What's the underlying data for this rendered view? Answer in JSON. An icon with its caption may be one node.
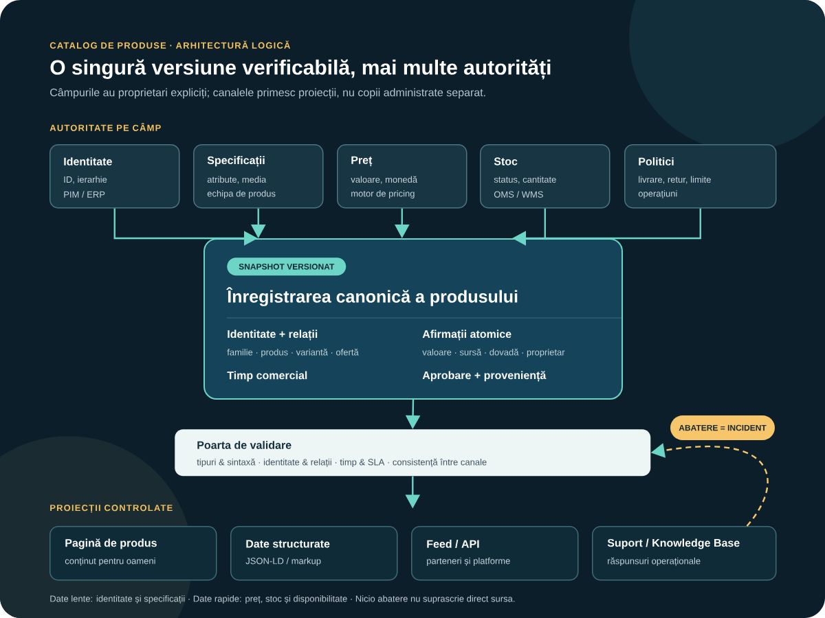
{
  "diagram": {
    "title": "O singură versiune verificabilă, mai multe autorități",
    "nodes": [
      {
        "text": [
          "Identitate",
          "ID, ierarhie",
          "PIM / ERP"
        ]
      },
      {
        "text": [
          "Specificații",
          "atribute, media",
          "echipa de produs"
        ]
      },
      {
        "text": [
          "Preț",
          "valoare, monedă",
          "motor de pricing"
        ]
      },
      {
        "text": [
          "Stoc",
          "status, cantitate",
          "OMS / WMS"
        ]
      },
      {
        "text": [
          "Politici",
          "livrare, retur, limite",
          "operațiuni"
        ]
      },
      {
        "text": [
          "Înregistrarea canonică a produsului",
          "Identitate + relații",
          "familie · produs · variantă · ofertă",
          "Afirmații atomice",
          "valoare · sursă · dovadă · proprietar",
          "Timp comercial",
          "Aprobare + proveniență"
        ]
      },
      {
        "text": [
          "SNAPSHOT VERSIONAT"
        ],
        "in": 5
      },
      {
        "text": [
          "Poarta de validare",
          "tipuri & sintaxă · identitate & relații · timp & SLA · consistență între canale"
        ]
      },
      {
        "text": [
          "Pagină de produs",
          "conținut pentru oameni"
        ]
      },
      {
        "text": [
          "Date structurate",
          "JSON-LD / markup"
        ]
      },
      {
        "text": [
          "Feed / API",
          "parteneri și platforme"
        ]
      },
      {
        "text": [
          "Suport / Knowledge Base",
          "răspunsuri operaționale"
        ]
      }
    ],
    "edges": [
      {
        "from": 0,
        "to": 5,
        "arrow": "to"
      },
      {
        "from": 1,
        "to": 5,
        "arrow": "to"
      },
      {
        "from": 2,
        "to": 5,
        "arrow": "to"
      },
      {
        "from": 3,
        "to": 5,
        "arrow": "to"
      },
      {
        "from": 4,
        "to": 5,
        "arrow": "to"
      },
      {
        "from": 5,
        "to": 7,
        "arrow": "to"
      },
      {
        "from": 7,
        "to": null,
        "arrow": "to"
      },
      {
        "from": 11,
        "to": 7,
        "arrow": "to",
        "label": "ABATERE = INCIDENT",
        "style": "dashed",
        "color": "#f5c86a"
      }
    ],
    "labels": [
      "CATALOG DE PRODUSE · ARHITECTURĂ LOGICĂ",
      "Câmpurile au proprietari expliciți; canalele primesc proiecții, nu copii administrate separat.",
      "AUTORITATE PE CÂMP",
      "PROIECȚII CONTROLATE",
      "Date lente: identitate și specificații · Date rapide: preț, stoc și disponibilitate · Nicio abatere nu suprascrie direct sursa."
    ]
  }
}
